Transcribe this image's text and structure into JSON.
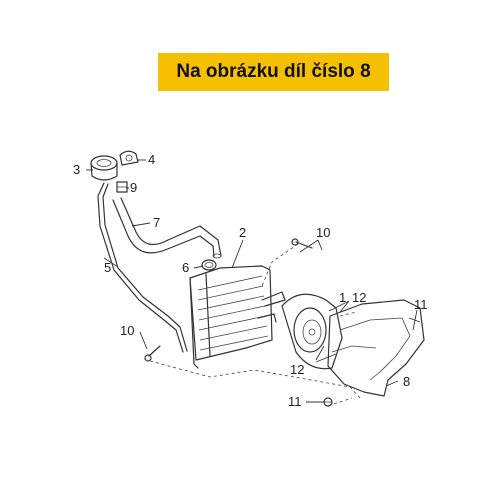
{
  "banner": {
    "text": "Na obrázku díl číslo 8",
    "color": "#f5c000"
  },
  "diagram": {
    "callouts": [
      "1",
      "2",
      "3",
      "4",
      "5",
      "6",
      "7",
      "8",
      "9",
      "10",
      "10",
      "11",
      "11",
      "12",
      "12"
    ]
  }
}
